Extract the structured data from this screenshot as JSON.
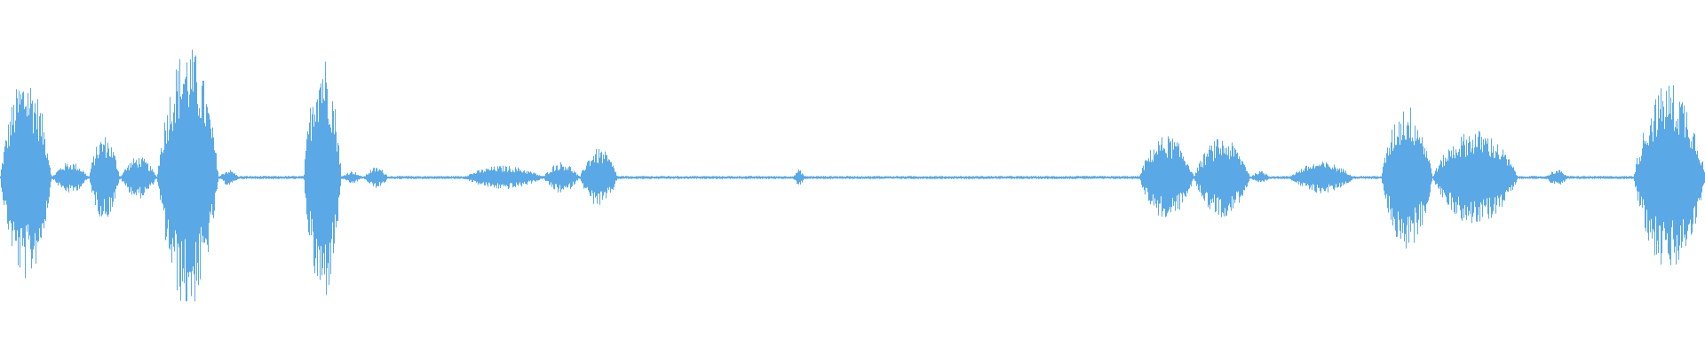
{
  "waveform": {
    "color": "#5aa9e6",
    "background": "#ffffff",
    "segments": [
      {
        "start": 0.0,
        "end": 0.03,
        "peak": 0.78,
        "shape": "burst"
      },
      {
        "start": 0.03,
        "end": 0.052,
        "peak": 0.12,
        "shape": "hill"
      },
      {
        "start": 0.052,
        "end": 0.07,
        "peak": 0.32,
        "shape": "burst"
      },
      {
        "start": 0.07,
        "end": 0.092,
        "peak": 0.16,
        "shape": "hill"
      },
      {
        "start": 0.092,
        "end": 0.128,
        "peak": 1.0,
        "shape": "burst"
      },
      {
        "start": 0.128,
        "end": 0.14,
        "peak": 0.06,
        "shape": "hill"
      },
      {
        "start": 0.178,
        "end": 0.2,
        "peak": 0.95,
        "shape": "burst"
      },
      {
        "start": 0.2,
        "end": 0.212,
        "peak": 0.05,
        "shape": "hill"
      },
      {
        "start": 0.213,
        "end": 0.228,
        "peak": 0.08,
        "shape": "hill"
      },
      {
        "start": 0.27,
        "end": 0.32,
        "peak": 0.09,
        "shape": "hill"
      },
      {
        "start": 0.318,
        "end": 0.34,
        "peak": 0.12,
        "shape": "hill"
      },
      {
        "start": 0.34,
        "end": 0.362,
        "peak": 0.22,
        "shape": "burst"
      },
      {
        "start": 0.465,
        "end": 0.472,
        "peak": 0.06,
        "shape": "hill"
      },
      {
        "start": 0.668,
        "end": 0.7,
        "peak": 0.32,
        "shape": "burst"
      },
      {
        "start": 0.7,
        "end": 0.733,
        "peak": 0.3,
        "shape": "burst"
      },
      {
        "start": 0.733,
        "end": 0.745,
        "peak": 0.05,
        "shape": "hill"
      },
      {
        "start": 0.755,
        "end": 0.795,
        "peak": 0.12,
        "shape": "hill"
      },
      {
        "start": 0.81,
        "end": 0.84,
        "peak": 0.55,
        "shape": "burst"
      },
      {
        "start": 0.84,
        "end": 0.89,
        "peak": 0.36,
        "shape": "burst"
      },
      {
        "start": 0.906,
        "end": 0.92,
        "peak": 0.06,
        "shape": "hill"
      },
      {
        "start": 0.958,
        "end": 1.0,
        "peak": 0.72,
        "shape": "burst"
      }
    ],
    "baseline_amplitude": 0.012,
    "scale": 0.75
  }
}
